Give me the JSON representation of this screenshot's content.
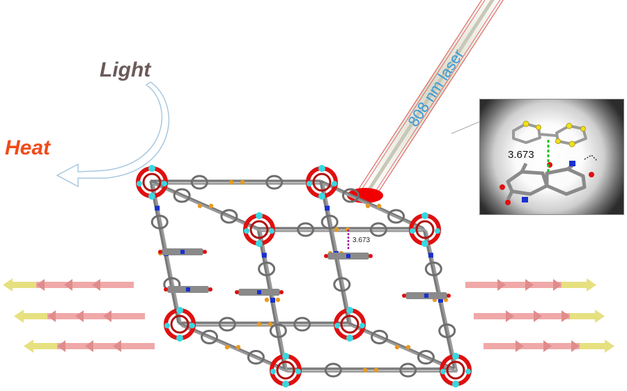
{
  "labels": {
    "light": "Light",
    "heat": "Heat",
    "laser": "808 nm laser",
    "distance_main": "3.673",
    "distance_inset": "3.673"
  },
  "colors": {
    "light_text": "#6b5a5a",
    "heat_text": "#f04a1a",
    "laser_text": "#3a9ad8",
    "laser_spot": "#f00000",
    "carbon": "#7a7a7a",
    "oxygen": "#e01010",
    "cobalt": "#38d8e0",
    "nitrogen": "#1830d0",
    "sulfur": "#f0e020",
    "bridge": "#e89a20",
    "arrow_pink": "#f0a0a0",
    "arrow_yellow": "#e6e080",
    "contact_main": "#a020a0",
    "contact_inset": "#20c020"
  },
  "icons": {
    "cycle": "curved-arrow-icon",
    "laser_beam": "laser-beam-icon",
    "heat_flow": "double-arrow-icon"
  }
}
